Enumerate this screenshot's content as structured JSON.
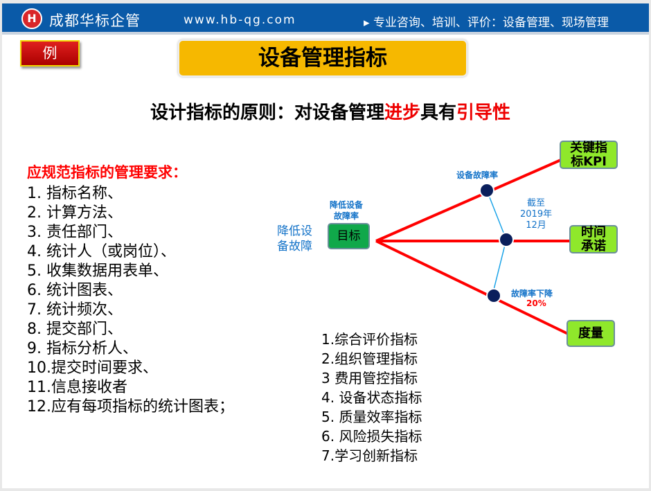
{
  "header": {
    "logo": "H",
    "brand": "成都华标企管",
    "url": "www.hb-qg.com",
    "tagline": "专业咨询、培训、评价：设备管理、现场管理"
  },
  "example_label": "例",
  "title": "设备管理指标",
  "subtitle": {
    "part1": "设计指标的原则：对设备管理",
    "part2": "进步",
    "part3": "具有",
    "part4": "引导性"
  },
  "requirements": {
    "heading": "应规范指标的管理要求：",
    "items": [
      "1.  指标名称、",
      "2.  计算方法、",
      "3.  责任部门、",
      "4.  统计人（或岗位）、",
      "5.  收集数据用表单、",
      "6.  统计图表、",
      "7.  统计频次、",
      "8.  提交部门、",
      "9.  指标分析人、",
      "10.提交时间要求、",
      "11.信息接收者",
      "12.应有每项指标的统计图表；"
    ]
  },
  "categories": [
    "1.综合评价指标",
    "2.组织管理指标",
    "3 费用管控指标",
    "4. 设备状态指标",
    "5. 质量效率指标",
    "6. 风险损失指标",
    "7.学习创新指标"
  ],
  "diagram": {
    "left_label": "降低设\n备故障",
    "goal_caption": "降低设备\n故障率",
    "goal": "目标",
    "top_label": "设备故障率",
    "mid_label": "截至\n2019年\n12月",
    "bottom_label": "故障率下降",
    "bottom_value": "20%",
    "kpi": "关键指\n标KPI",
    "time": "时间\n承诺",
    "measure": "度量"
  }
}
